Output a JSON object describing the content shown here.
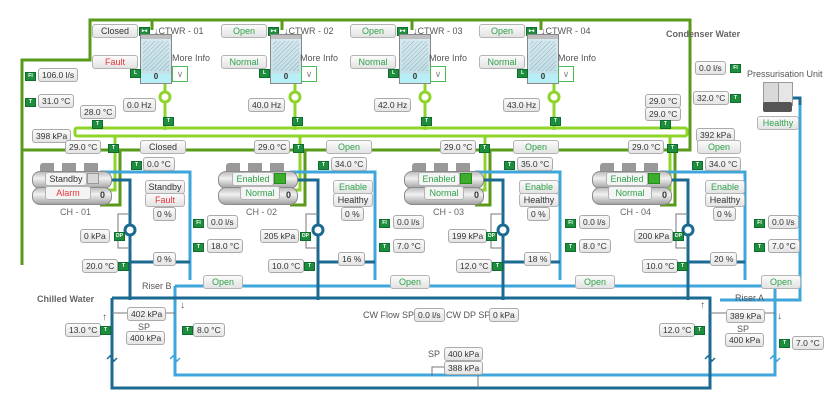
{
  "condenser": {
    "title": "Condenser Water",
    "supply_flow": "106.0 l/s",
    "supply_temp": "31.0 °C",
    "header_temp": "28.0 °C",
    "header_pressure_left": "398 kPa",
    "header_pressure_right": "392 kPa",
    "return_flow": "0.0 l/s",
    "return_temp": "32.0 °C",
    "right_temp_1": "29.0 °C",
    "right_temp_2": "29.0 °C"
  },
  "towers": [
    {
      "name": "↓CTWR - 01",
      "valve": "Closed",
      "valve_color": "#333333",
      "status": "Fault",
      "status_color": "#e8343b",
      "more_info": "More Info",
      "level": "0",
      "fan_speed": "0.0 Hz"
    },
    {
      "name": "↓CTWR - 02",
      "valve": "Open",
      "valve_color": "#2ea24a",
      "status": "Normal",
      "status_color": "#2ea24a",
      "more_info": "More Info",
      "level": "0",
      "fan_speed": "40.0 Hz"
    },
    {
      "name": "↓CTWR - 03",
      "valve": "Open",
      "valve_color": "#2ea24a",
      "status": "Normal",
      "status_color": "#2ea24a",
      "more_info": "More Info",
      "level": "0",
      "fan_speed": "42.0 Hz"
    },
    {
      "name": "↓CTWR - 04",
      "valve": "Open",
      "valve_color": "#2ea24a",
      "status": "Normal",
      "status_color": "#2ea24a",
      "more_info": "More Info",
      "level": "0",
      "fan_speed": "43.0 Hz"
    }
  ],
  "pressurisation": {
    "title": "Pressurisation Unit",
    "status": "Healthy"
  },
  "chillers": [
    {
      "name": "CH - 01",
      "mode": "Standby",
      "mode_color": "#333333",
      "state": "Alarm",
      "state_color": "#e8343b",
      "count": "0",
      "cond_in_temp": "29.0 °C",
      "cond_valve": "Closed",
      "cond_valve_color": "#333333",
      "cond_out_temp": "0.0 °C",
      "pump_mode": "Standby",
      "pump_mode_color": "#333333",
      "pump_state": "Fault",
      "pump_state_color": "#e8343b",
      "pump_speed": "0 %",
      "dp": "0 kPa",
      "chw_return_temp": "20.0 °C",
      "bypass_pos": "0 %",
      "chw_flow": "0.0 l/s",
      "chw_supply_temp": "18.0 °C",
      "chw_valve": "Open"
    },
    {
      "name": "CH - 02",
      "mode": "Enabled",
      "mode_color": "#2ea24a",
      "state": "Normal",
      "state_color": "#2ea24a",
      "count": "0",
      "cond_in_temp": "29.0 °C",
      "cond_valve": "Open",
      "cond_valve_color": "#2ea24a",
      "cond_out_temp": "34.0 °C",
      "pump_mode": "Enable",
      "pump_mode_color": "#2ea24a",
      "pump_state": "Healthy",
      "pump_state_color": "#333333",
      "pump_speed": "0 %",
      "dp": "205 kPa",
      "chw_return_temp": "10.0 °C",
      "bypass_pos": "16 %",
      "chw_flow": "0.0 l/s",
      "chw_supply_temp": "7.0 °C",
      "chw_valve": "Open"
    },
    {
      "name": "CH - 03",
      "mode": "Enabled",
      "mode_color": "#2ea24a",
      "state": "Normal",
      "state_color": "#2ea24a",
      "count": "0",
      "cond_in_temp": "29.0 °C",
      "cond_valve": "Open",
      "cond_valve_color": "#2ea24a",
      "cond_out_temp": "35.0 °C",
      "pump_mode": "Enable",
      "pump_mode_color": "#2ea24a",
      "pump_state": "Healthy",
      "pump_state_color": "#333333",
      "pump_speed": "0 %",
      "dp": "199 kPa",
      "chw_return_temp": "12.0 °C",
      "bypass_pos": "18 %",
      "chw_flow": "0.0 l/s",
      "chw_supply_temp": "8.0 °C",
      "chw_valve": "Open"
    },
    {
      "name": "CH - 04",
      "mode": "Enabled",
      "mode_color": "#2ea24a",
      "state": "Normal",
      "state_color": "#2ea24a",
      "count": "0",
      "cond_in_temp": "29.0 °C",
      "cond_valve": "Open",
      "cond_valve_color": "#2ea24a",
      "cond_out_temp": "34.0 °C",
      "pump_mode": "Enable",
      "pump_mode_color": "#2ea24a",
      "pump_state": "Healthy",
      "pump_state_color": "#333333",
      "pump_speed": "0 %",
      "dp": "200 kPa",
      "chw_return_temp": "10.0 °C",
      "bypass_pos": "20 %",
      "chw_flow": "0.0 l/s",
      "chw_supply_temp": "7.0 °C",
      "chw_valve": "Open"
    }
  ],
  "chilled": {
    "title": "Chilled Water",
    "riser_b": {
      "label": "Riser B",
      "dp": "402 kPa",
      "sp_label": "SP",
      "sp": "400 kPa",
      "return_temp": "13.0 °C",
      "supply_temp": "8.0 °C"
    },
    "riser_a": {
      "label": "Riser A",
      "dp": "389 kPa",
      "sp_label": "SP",
      "sp": "400 kPa",
      "return_temp": "12.0 °C",
      "supply_temp": "7.0 °C"
    },
    "cw_flow_sp_label": "CW Flow SP",
    "cw_flow_sp": "0.0 l/s",
    "cw_dp_sp_label": "CW DP SP",
    "cw_dp_sp": "0 kPa",
    "main_sp_label": "SP",
    "main_sp": "400 kPa",
    "main_dp": "388 kPa"
  },
  "colors": {
    "condenser_dark": "#5a9a1a",
    "condenser_light": "#8fd42a",
    "chw_supply": "#3fa6dc",
    "chw_return": "#1b6a92",
    "ok": "#2ea24a",
    "alarm": "#e8343b"
  }
}
